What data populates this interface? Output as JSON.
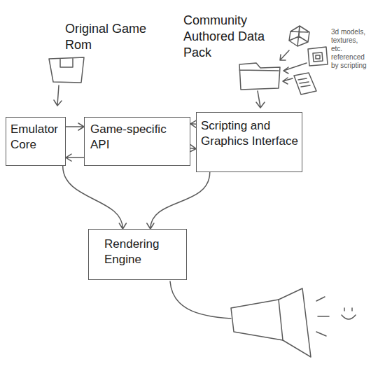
{
  "diagram": {
    "nodes": [
      {
        "text": [
          "Emulator Core"
        ]
      },
      {
        "text": [
          "Game-specific API"
        ]
      },
      {
        "text": [
          "Scripting and Graphics Interface"
        ]
      },
      {
        "text": [
          "Rendering Engine"
        ]
      }
    ],
    "edges": [
      {
        "from": 0,
        "to": 1,
        "arrow": "to"
      },
      {
        "from": 1,
        "to": 0,
        "arrow": "to"
      },
      {
        "from": 2,
        "to": 1,
        "arrow": "to"
      },
      {
        "from": 1,
        "to": 2,
        "arrow": "to"
      },
      {
        "from": 0,
        "to": 3,
        "arrow": "to"
      },
      {
        "from": 2,
        "to": 3,
        "arrow": "to"
      }
    ],
    "labels": [
      "Original Game Rom",
      "Community Authored Data Pack",
      "3d models, textures, etc. referenced by scripting"
    ]
  }
}
